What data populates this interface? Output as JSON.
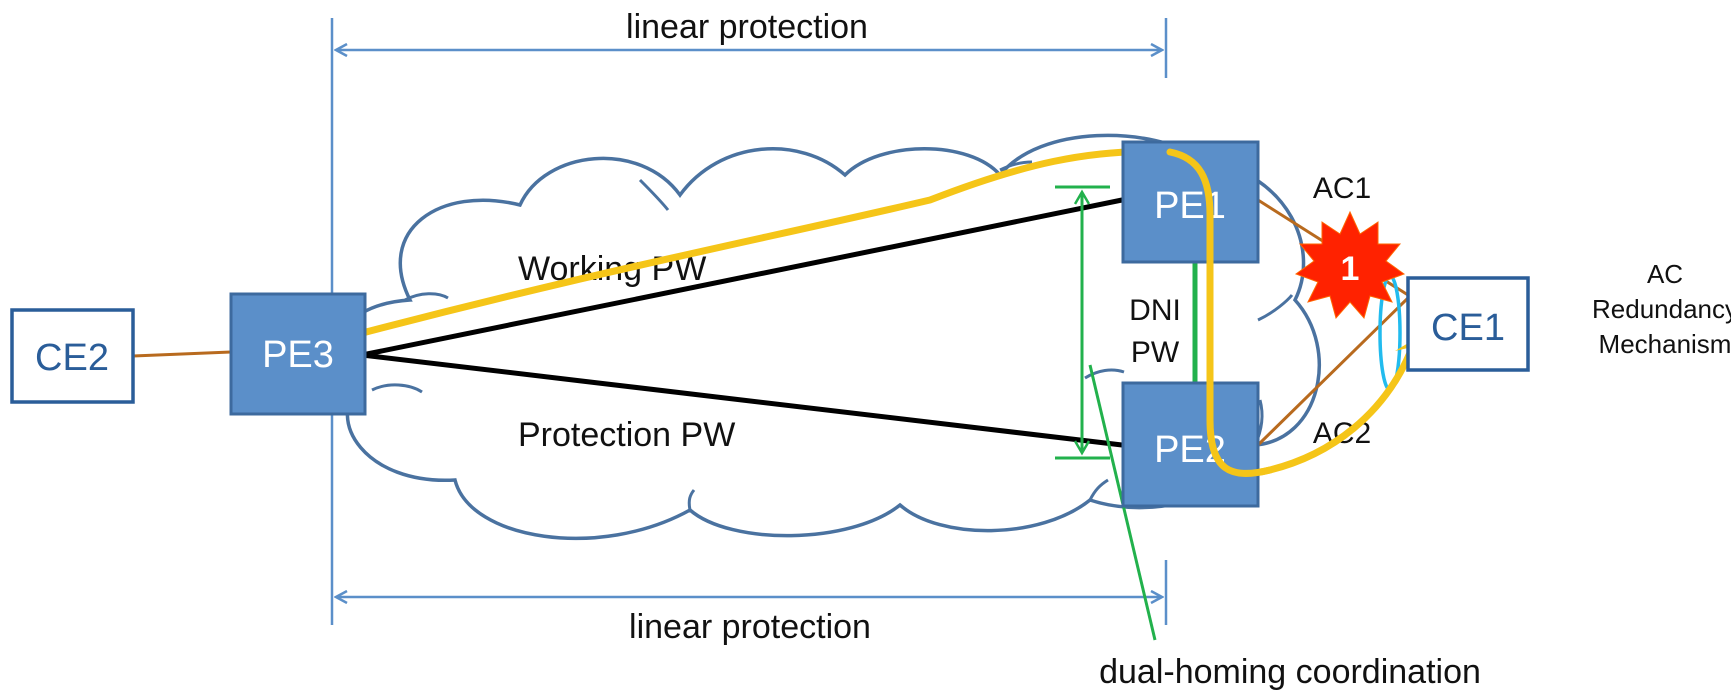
{
  "top_span": {
    "label": "linear protection"
  },
  "bottom_span": {
    "label": "linear protection"
  },
  "nodes": {
    "ce2": {
      "label": "CE2"
    },
    "pe3": {
      "label": "PE3"
    },
    "pe1": {
      "label": "PE1"
    },
    "pe2": {
      "label": "PE2"
    },
    "ce1": {
      "label": "CE1"
    }
  },
  "pseudowires": {
    "working": {
      "label": "Working PW"
    },
    "protection": {
      "label": "Protection PW"
    },
    "dni": {
      "label_line1": "DNI",
      "label_line2": "PW"
    }
  },
  "attachment_circuits": {
    "ac1": {
      "label": "AC1"
    },
    "ac2": {
      "label": "AC2"
    }
  },
  "fault": {
    "label": "1"
  },
  "redundancy": {
    "line1": "AC",
    "line2": "Redundancy",
    "line3": "Mechanism"
  },
  "coordination": {
    "label": "dual-homing coordination"
  },
  "colors": {
    "node_fill": "#5b8fc9",
    "node_stroke": "#3d6a9e",
    "cloud_stroke": "#4a72a0",
    "span_line": "#5b8fc9",
    "ac_line": "#b86a1e",
    "pw_line": "#000000",
    "dni_line": "#22b14c",
    "path_yellow": "#f5c518",
    "fault_red": "#ff2200",
    "ellipse_cyan": "#22bbee"
  }
}
